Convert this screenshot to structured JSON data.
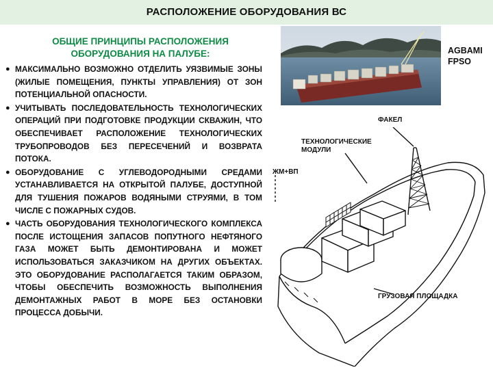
{
  "page": {
    "title": "РАСПОЛОЖЕНИЕ ОБОРУДОВАНИЯ ВС"
  },
  "principles": {
    "heading_line1": "ОБЩИЕ ПРИНЦИПЫ РАСПОЛОЖЕНИЯ",
    "heading_line2": "ОБОРУДОВАНИЯ НА ПАЛУБЕ:",
    "items": [
      "МАКСИМАЛЬНО ВОЗМОЖНО ОТДЕЛИТЬ УЯЗВИМЫЕ ЗОНЫ (ЖИЛЫЕ ПОМЕЩЕНИЯ, ПУНКТЫ УПРАВЛЕНИЯ) ОТ ЗОН ПОТЕНЦИАЛЬНОЙ ОПАСНОСТИ.",
      "УЧИТЫВАТЬ ПОСЛЕДОВАТЕЛЬНОСТЬ ТЕХНОЛОГИЧЕСКИХ ОПЕРАЦИЙ ПРИ ПОДГОТОВКЕ ПРОДУКЦИИ СКВАЖИН, ЧТО ОБЕСПЕЧИВАЕТ РАСПОЛОЖЕНИЕ ТЕХНОЛОГИЧЕСКИХ ТРУБОПРОВОДОВ БЕЗ ПЕРЕСЕЧЕНИЙ И ВОЗВРАТА ПОТОКА.",
      "ОБОРУДОВАНИЕ С УГЛЕВОДОРОДНЫМИ СРЕДАМИ УСТАНАВЛИВАЕТСЯ НА ОТКРЫТОЙ ПАЛУБЕ, ДОСТУПНОЙ ДЛЯ ТУШЕНИЯ ПОЖАРОВ ВОДЯНЫМИ СТРУЯМИ, В ТОМ ЧИСЛЕ С ПОЖАРНЫХ СУДОВ.",
      "ЧАСТЬ ОБОРУДОВАНИЯ ТЕХНОЛОГИЧЕСКОГО КОМПЛЕКСА ПОСЛЕ ИСТОЩЕНИЯ ЗАПАСОВ ПОПУТНОГО НЕФТЯНОГО ГАЗА МОЖЕТ БЫТЬ ДЕМОНТИРОВАНА И МОЖЕТ ИСПОЛЬЗОВАТЬСЯ ЗАКАЗЧИКОМ НА ДРУГИХ ОБЪЕКТАХ. ЭТО ОБОРУДОВАНИЕ РАСПОЛАГАЕТСЯ ТАКИМ ОБРАЗОМ, ЧТОБЫ ОБЕСПЕЧИТЬ ВОЗМОЖНОСТЬ ВЫПОЛНЕНИЯ ДЕМОНТАЖНЫХ РАБОТ В МОРЕ БЕЗ ОСТАНОВКИ ПРОЦЕССА ДОБЫЧИ."
    ]
  },
  "photo": {
    "caption_line1": "AGBAMI",
    "caption_line2": "FPSO"
  },
  "diagram": {
    "label_flare": "ФАКЕЛ",
    "label_modules_line1": "ТЕХНОЛОГИЧЕСКИЕ",
    "label_modules_line2": "МОДУЛИ",
    "label_living": "ЖМ+ВП",
    "label_cargo": "ГРУЗОВАЯ ПЛОЩАДКА"
  }
}
